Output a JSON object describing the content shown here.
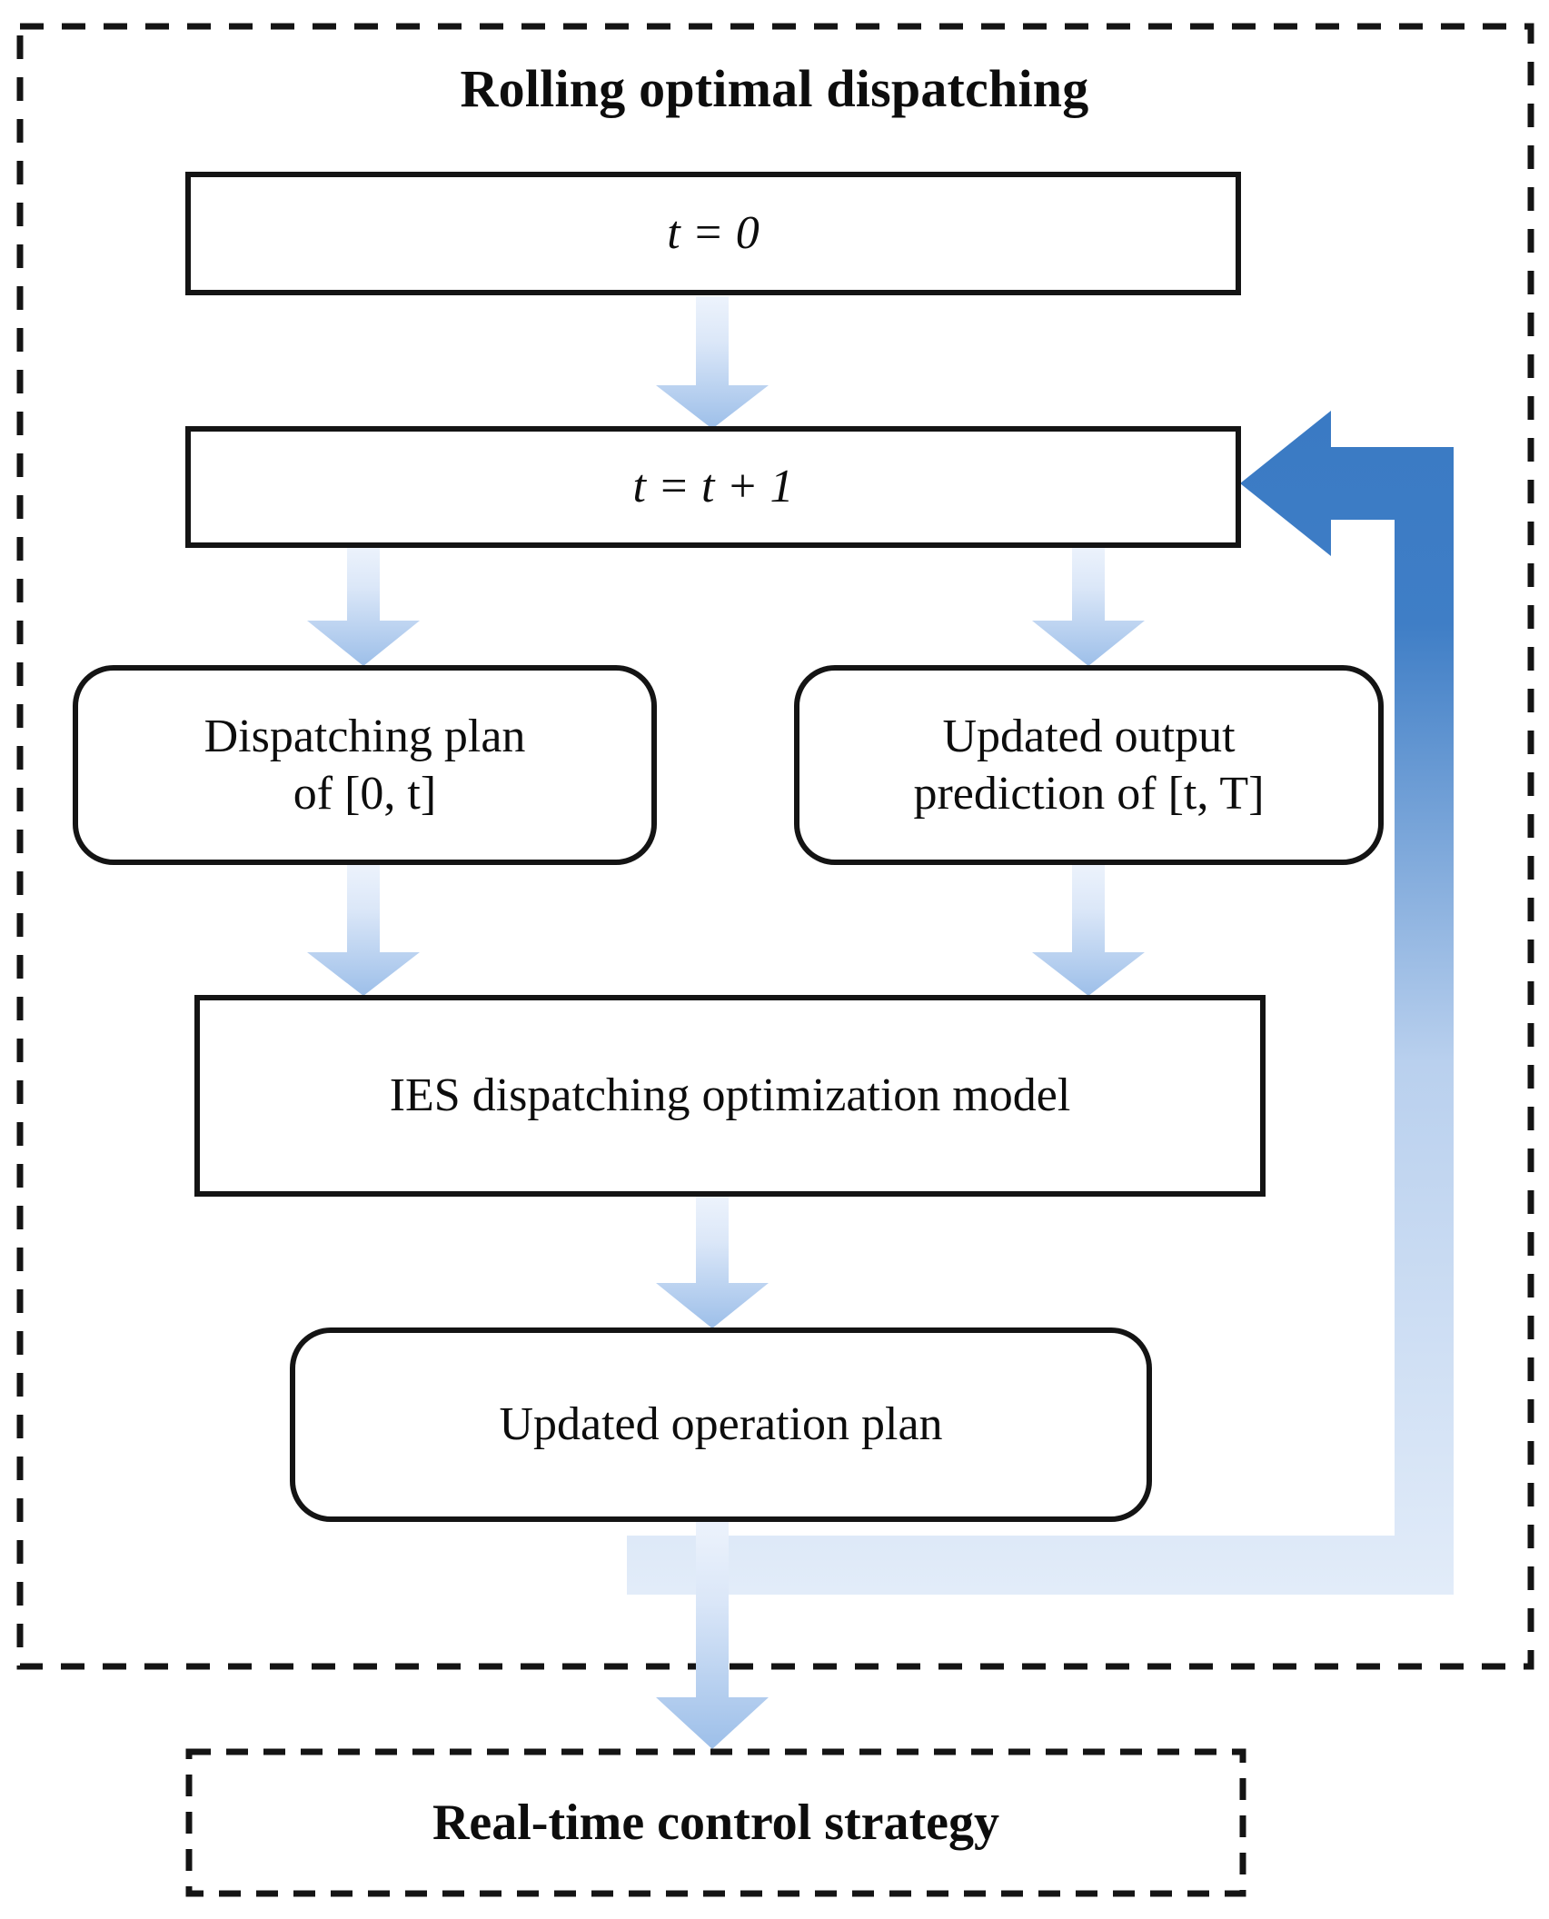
{
  "diagram": {
    "title": "Rolling optimal dispatching",
    "outer_container_style": "dashed",
    "colors": {
      "arrow_gradient_top": "#e9f0fb",
      "arrow_gradient_bottom": "#9dbfe9",
      "feedback_arrow_top": "#3a7ac4",
      "feedback_arrow_bottom": "#d8e5f7",
      "box_border": "#1a1a1a",
      "text": "#0d0d0d",
      "background": "#ffffff"
    },
    "nodes": [
      {
        "id": "t0",
        "shape": "rect",
        "text": "t = 0",
        "text_math": "t = 0"
      },
      {
        "id": "tplus1",
        "shape": "rect",
        "text": "t = t + 1",
        "text_math": "t = t + 1"
      },
      {
        "id": "plan0t",
        "shape": "rounded-rect",
        "line1": "Dispatching plan",
        "line2": "of [0, t]"
      },
      {
        "id": "predtT",
        "shape": "rounded-rect",
        "line1": "Updated output",
        "line2": "prediction of [t, T]"
      },
      {
        "id": "iesmodel",
        "shape": "rect",
        "text": "IES dispatching optimization model"
      },
      {
        "id": "opplan",
        "shape": "rounded-rect",
        "text": "Updated operation plan"
      },
      {
        "id": "realtime",
        "shape": "dashed-rect",
        "text": "Real-time control strategy"
      }
    ],
    "edges": [
      {
        "from": "t0",
        "to": "tplus1",
        "style": "block-arrow-down",
        "label": ""
      },
      {
        "from": "tplus1",
        "to": "plan0t",
        "style": "block-arrow-down",
        "label": ""
      },
      {
        "from": "tplus1",
        "to": "predtT",
        "style": "block-arrow-down",
        "label": ""
      },
      {
        "from": "plan0t",
        "to": "iesmodel",
        "style": "block-arrow-down",
        "label": ""
      },
      {
        "from": "predtT",
        "to": "iesmodel",
        "style": "block-arrow-down",
        "label": ""
      },
      {
        "from": "iesmodel",
        "to": "opplan",
        "style": "block-arrow-down",
        "label": ""
      },
      {
        "from": "opplan",
        "to": "realtime",
        "style": "block-arrow-down",
        "label": ""
      },
      {
        "from": "opplan",
        "to": "tplus1",
        "style": "elbow-feedback-arrow-left",
        "label": ""
      }
    ]
  },
  "chart_data": {
    "type": "diagram",
    "title": "Rolling optimal dispatching",
    "labels": [
      "t = 0",
      "t = t + 1",
      "Dispatching plan of [0, t]",
      "Updated output prediction of [t, T]",
      "IES dispatching optimization model",
      "Updated operation plan",
      "Real-time control strategy"
    ]
  }
}
